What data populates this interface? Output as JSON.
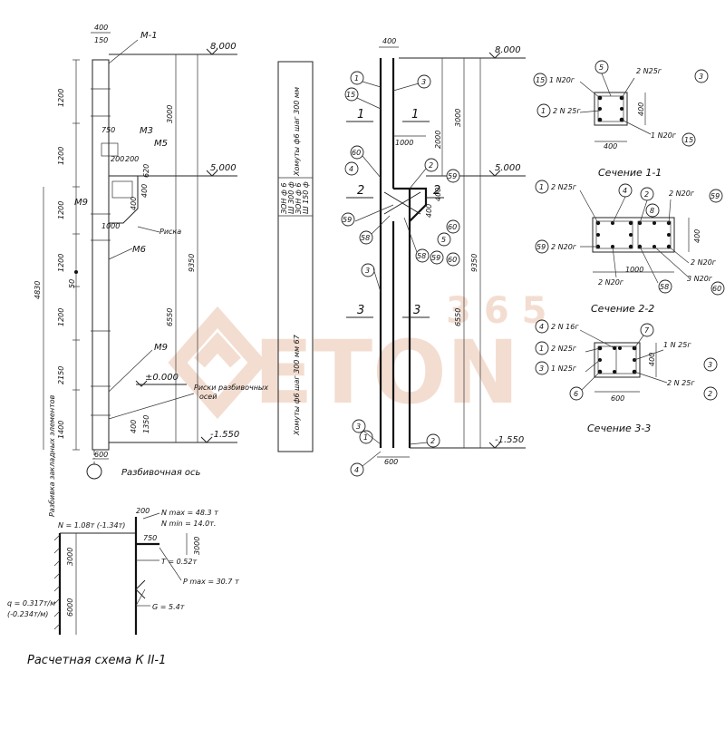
{
  "col_left": {
    "mark": "М-1",
    "elev_top": "8.000",
    "elev_mid": "5.000",
    "elev_zero": "±0.000",
    "elev_bot": "-1.550",
    "dims_top": [
      "400",
      "150"
    ],
    "dims_left": [
      "1200",
      "1200",
      "1200",
      "1200",
      "1200",
      "2150",
      "1400"
    ],
    "dim_total": "4830",
    "dims_right": [
      "3000",
      "6550",
      "9350"
    ],
    "consoles": [
      "750",
      "1000",
      "200",
      "200",
      "620",
      "400",
      "400"
    ],
    "marks": [
      "М3",
      "М5",
      "М9",
      "М6",
      "М9"
    ],
    "dim_bottom": "600",
    "risk": "Риска",
    "risk_axis_1": "Риски разбивочных",
    "risk_axis_2": "осей",
    "axis_label": "Разбивочная ось",
    "vertical_note": "Разбивка закладных элементов",
    "dims_lower": [
      "400",
      "1350"
    ],
    "dim_small": "50"
  },
  "col_mid": {
    "vertical_note_1": "Хомуты ф6 шаг 300 мм",
    "vertical_note_2": "Хомуты ф6 шаг 300 мм 67",
    "table_items": [
      "ЗОН ф 6",
      "Ш 300 ф",
      "ЗОН ф 6",
      "Ш 150 ф"
    ],
    "dim_top": "400",
    "elev_top": "8.000",
    "elev_mid": "5.000",
    "elev_bot": "-1.550",
    "dims_right": [
      "3000",
      "2000",
      "400",
      "400",
      "6550",
      "9350"
    ],
    "dim_console": "1000",
    "dim_bottom": "600",
    "sections": [
      "1",
      "1",
      "2",
      "2",
      "3",
      "3"
    ],
    "bubbles": [
      "1",
      "3",
      "15",
      "60",
      "4",
      "2",
      "59",
      "59",
      "58",
      "5",
      "58",
      "59",
      "60",
      "3",
      "60",
      "3",
      "2",
      "1",
      "4"
    ]
  },
  "sec11": {
    "title": "Сечение 1-1",
    "labels": [
      "1 N20г",
      "2 N 25г",
      "2 N25г",
      "1 N20г"
    ],
    "bubbles": [
      "15",
      "5",
      "3",
      "1",
      "15"
    ],
    "dim_w": "400",
    "dim_h": "400"
  },
  "sec22": {
    "title": "Сечение 2-2",
    "labels": [
      "2 N25г",
      "2 N20г",
      "2 N20г",
      "2 N20г",
      "2 N20г",
      "3 N20г"
    ],
    "bubbles": [
      "1",
      "4",
      "2",
      "8",
      "59",
      "59",
      "58",
      "60"
    ],
    "dim_w": "1000",
    "dim_h": "400"
  },
  "sec33": {
    "title": "Сечение 3-3",
    "labels": [
      "2 N 16г",
      "2 N25г",
      "1 N25г",
      "1 N 25г",
      "2 N 25г"
    ],
    "bubbles": [
      "4",
      "7",
      "1",
      "3",
      "3",
      "2",
      "6"
    ],
    "dim_w": "600",
    "dim_h": "400"
  },
  "scheme": {
    "title": "Расчетная схема К II-1",
    "n_label": "N = 1.08т (-1.34т)",
    "nmax": "N max = 48.3 т",
    "nmin": "N min = 14.0т.",
    "t_label": "T = 0.52т",
    "pmax": "P max = 30.7 т",
    "g_label": "G = 5.4т",
    "q_label": "q = 0.317т/м",
    "q_label2": "(-0.234т/м)",
    "dims": [
      "3000",
      "6000",
      "3000",
      "750",
      "200"
    ]
  },
  "watermark": {
    "top": "365",
    "main": "ETON",
    "color": "#f1d8c9"
  }
}
